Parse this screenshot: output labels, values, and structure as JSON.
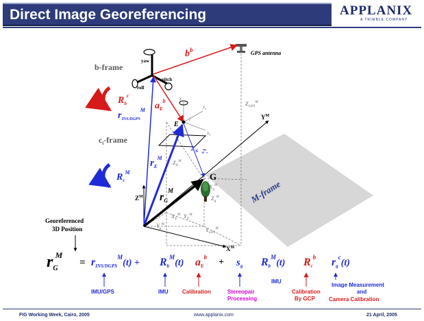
{
  "title": "Direct Image Georeferencing",
  "logo": {
    "name": "APPLANIX",
    "tagline": "A TRIMBLE COMPANY"
  },
  "footer": {
    "left": "FIG Working Week, Cairo, 2005",
    "center": "www.applanix.com",
    "right": "21 April, 2005"
  },
  "diagram": {
    "frames": {
      "b_frame": "b-frame",
      "c_frame": "-frame",
      "c_frame_letter": "c",
      "c_frame_sub": "i",
      "m_frame": "M-frame"
    },
    "labels": {
      "gps_antenna": "GPS antenna",
      "yaw": "yaw",
      "roll": "roll",
      "pitch": "pitch",
      "georef_line1": "Georeferenced",
      "georef_line2": "3D Position",
      "point_E": "E",
      "point_G": "G",
      "axis_x": "X",
      "axis_y": "Y",
      "axis_z": "Z",
      "axis_sup": "M",
      "small_zc": "z",
      "small_yc": "y",
      "small_xc": "x",
      "small_c": "c",
      "gps_sub": "GPS",
      "vec_i": "i",
      "vec_s": "s",
      "vec_g": "g"
    },
    "vectors": {
      "b_main": "b",
      "b_sup": "b",
      "R_bc_main": "R",
      "R_bc_sub": "b",
      "R_bc_sup": "c",
      "R_cM_main": "R",
      "R_cM_sub": "c",
      "R_cM_sup": "M",
      "r_ins_main": "r",
      "r_ins_sub": "INS/DGPS",
      "r_ins_sup": "M",
      "a_E_main": "a",
      "a_E_sub": "E",
      "a_E_sup": "b",
      "r_E_main": "r",
      "r_E_sub": "E",
      "r_E_sup": "M",
      "r_G_main": "r",
      "r_G_sub": "G",
      "r_G_sup": "M"
    },
    "equation": {
      "lhs_main": "r",
      "lhs_sub": "G",
      "lhs_sup": "M",
      "eq": "=",
      "t1_main": "r",
      "t1_sub": "INS/DGPS",
      "t1_sup": "M",
      "t1_arg": "(t) +",
      "t2_main": "R",
      "t2_sub": "b",
      "t2_sup": "M",
      "t2_arg": "(t)",
      "t3_main": "a",
      "t3_sub": "E",
      "t3_sup": "b",
      "plus": "+",
      "t4_main": "s",
      "t4_sub": "g",
      "t5_main": "R",
      "t5_sub": "b",
      "t5_sup": "M",
      "t5_arg": "(t)",
      "t6_main": "R",
      "t6_sub": "c",
      "t6_sup": "b",
      "t7_main": "r",
      "t7_sub": "g",
      "t7_sup": "c",
      "t7_arg": "(t)"
    },
    "sources": {
      "imu_gps": "IMU/GPS",
      "imu": "IMU",
      "calibration": "Calibration",
      "stereo1": "Stereopair",
      "stereo2": "Processing",
      "imu2": "IMU",
      "cal_gcp1": "Calibration",
      "cal_gcp2": "By GCP",
      "image1": "Image Measurement",
      "image2": "and",
      "image3": "Camera Calibration"
    }
  },
  "colors": {
    "title_bar": "#2d3b7a",
    "blue_vector": "#1f2bd6",
    "red_vector": "#d71a1a",
    "black_vector": "#000000",
    "magenta_label": "#d400d4",
    "gray_label": "#8a8a8a",
    "m_frame_fill": "#d7d7d7",
    "m_frame_text": "#2a3a8a"
  }
}
